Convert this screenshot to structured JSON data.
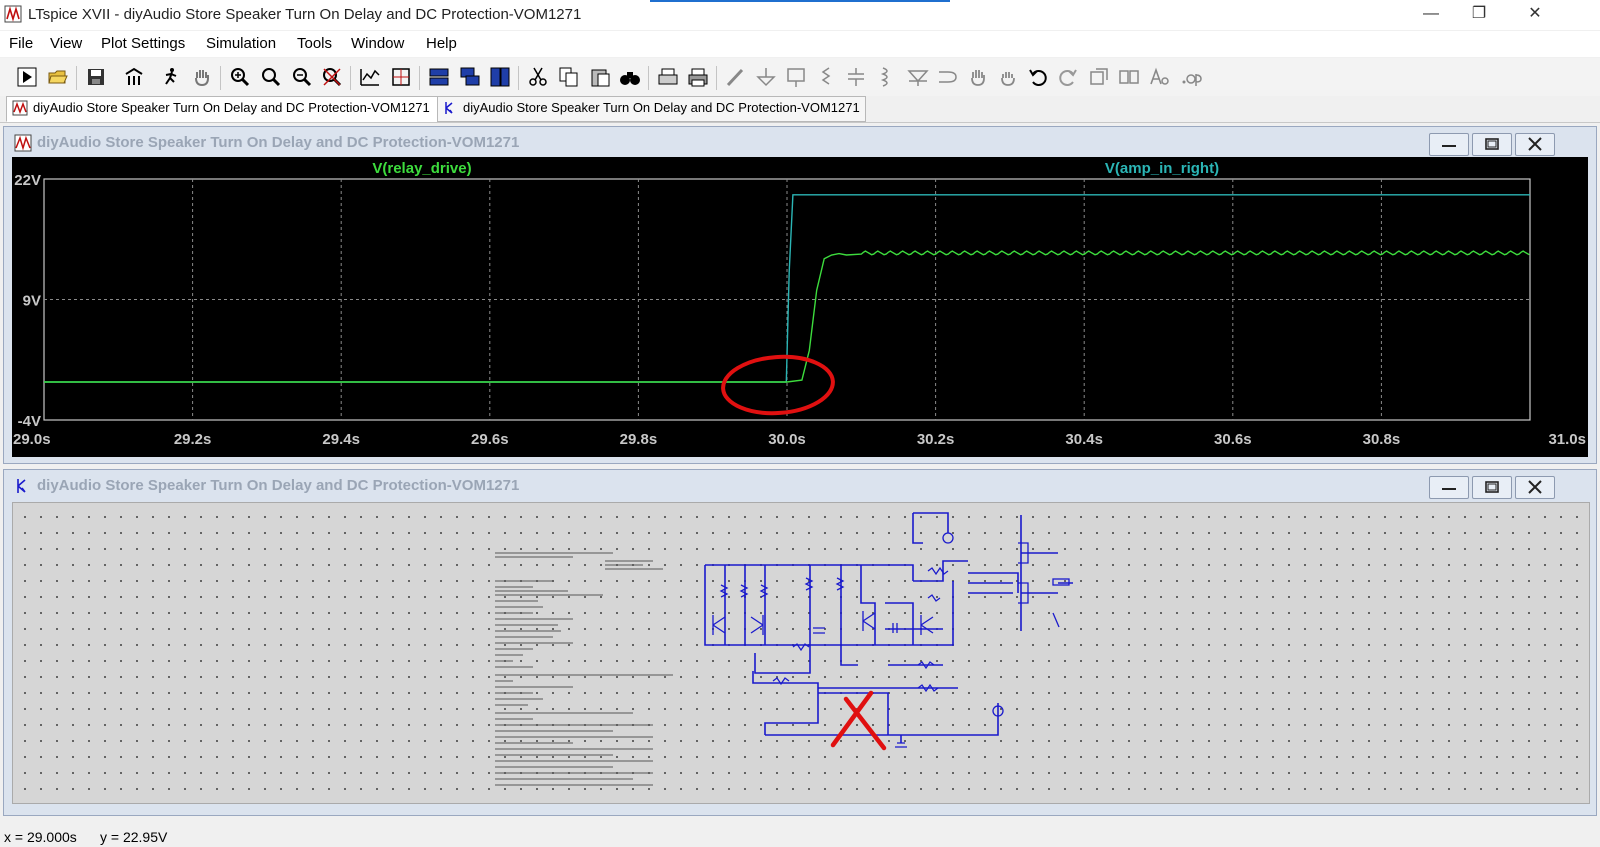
{
  "window": {
    "title": "LTspice XVII - diyAudio Store Speaker Turn On Delay and DC Protection-VOM1271",
    "minimize_glyph": "—",
    "maximize_glyph": "❐",
    "close_glyph": "✕"
  },
  "menu": [
    "File",
    "View",
    "Plot Settings",
    "Simulation",
    "Tools",
    "Window",
    "Help"
  ],
  "toolbar_icons": [
    "run-icon",
    "open-icon",
    "save-icon",
    "control-panel-icon",
    "halt-icon",
    "pan-icon",
    "zoom-in-icon",
    "zoom-area-icon",
    "zoom-out-icon",
    "zoom-cancel-icon",
    "autorange-icon",
    "cursor-icon",
    "tile-horizontal-icon",
    "cascade-icon",
    "tile-vertical-icon",
    "cut-icon",
    "copy-icon",
    "paste-icon",
    "find-icon",
    "print-setup-icon",
    "print-icon",
    "wire-icon",
    "ground-icon",
    "label-net-icon",
    "resistor-icon",
    "capacitor-icon",
    "inductor-icon",
    "diode-icon",
    "component-icon",
    "move-icon",
    "drag-icon",
    "undo-icon",
    "redo-icon",
    "rotate-icon",
    "mirror-icon",
    "text-icon",
    "spice-directive-icon"
  ],
  "tabs": [
    {
      "label": "diyAudio Store Speaker Turn On Delay and DC Protection-VOM1271",
      "icon": "waveform-icon"
    },
    {
      "label": "diyAudio Store Speaker Turn On Delay and DC Protection-VOM1271",
      "icon": "schematic-icon"
    }
  ],
  "plot_window": {
    "title": "diyAudio Store Speaker Turn On Delay and DC Protection-VOM1271"
  },
  "schematic_window": {
    "title": "diyAudio Store Speaker Turn On Delay and DC Protection-VOM1271"
  },
  "status": {
    "x": "x = 29.000s",
    "y": "y = 22.95V"
  },
  "colors": {
    "relay_drive": "#3ddc3d",
    "amp_in_right": "#2bb5b5",
    "plot_bg": "#000000",
    "annotation": "#e01010",
    "schematic_wire": "#1a1acc"
  },
  "chart_data": {
    "type": "line",
    "title": "",
    "xlabel": "",
    "ylabel": "",
    "xlim": [
      29.0,
      31.0
    ],
    "ylim": [
      -4,
      22
    ],
    "grid": true,
    "x_ticks": [
      29.0,
      29.2,
      29.4,
      29.6,
      29.8,
      30.0,
      30.2,
      30.4,
      30.6,
      30.8,
      31.0
    ],
    "x_tick_labels": [
      "29.0s",
      "29.2s",
      "29.4s",
      "29.6s",
      "29.8s",
      "30.0s",
      "30.2s",
      "30.4s",
      "30.6s",
      "30.8s",
      "31.0s"
    ],
    "y_ticks": [
      22,
      9,
      -4
    ],
    "y_tick_labels": [
      "22V",
      "9V",
      "-4V"
    ],
    "series": [
      {
        "name": "V(relay_drive)",
        "color": "#3ddc3d",
        "x": [
          29.0,
          30.0,
          30.02,
          30.03,
          30.04,
          30.05,
          30.06,
          30.07,
          30.08,
          30.1,
          31.0
        ],
        "y": [
          0.1,
          0.1,
          0.3,
          3.5,
          10.0,
          13.4,
          13.8,
          13.95,
          13.8,
          13.9,
          13.9
        ]
      },
      {
        "name": "V(amp_in_right)",
        "color": "#2bb5b5",
        "x": [
          29.0,
          29.999,
          30.003,
          30.008,
          30.01,
          31.0
        ],
        "y": [
          0.1,
          0.1,
          12.0,
          20.3,
          20.3,
          20.3
        ]
      }
    ]
  }
}
